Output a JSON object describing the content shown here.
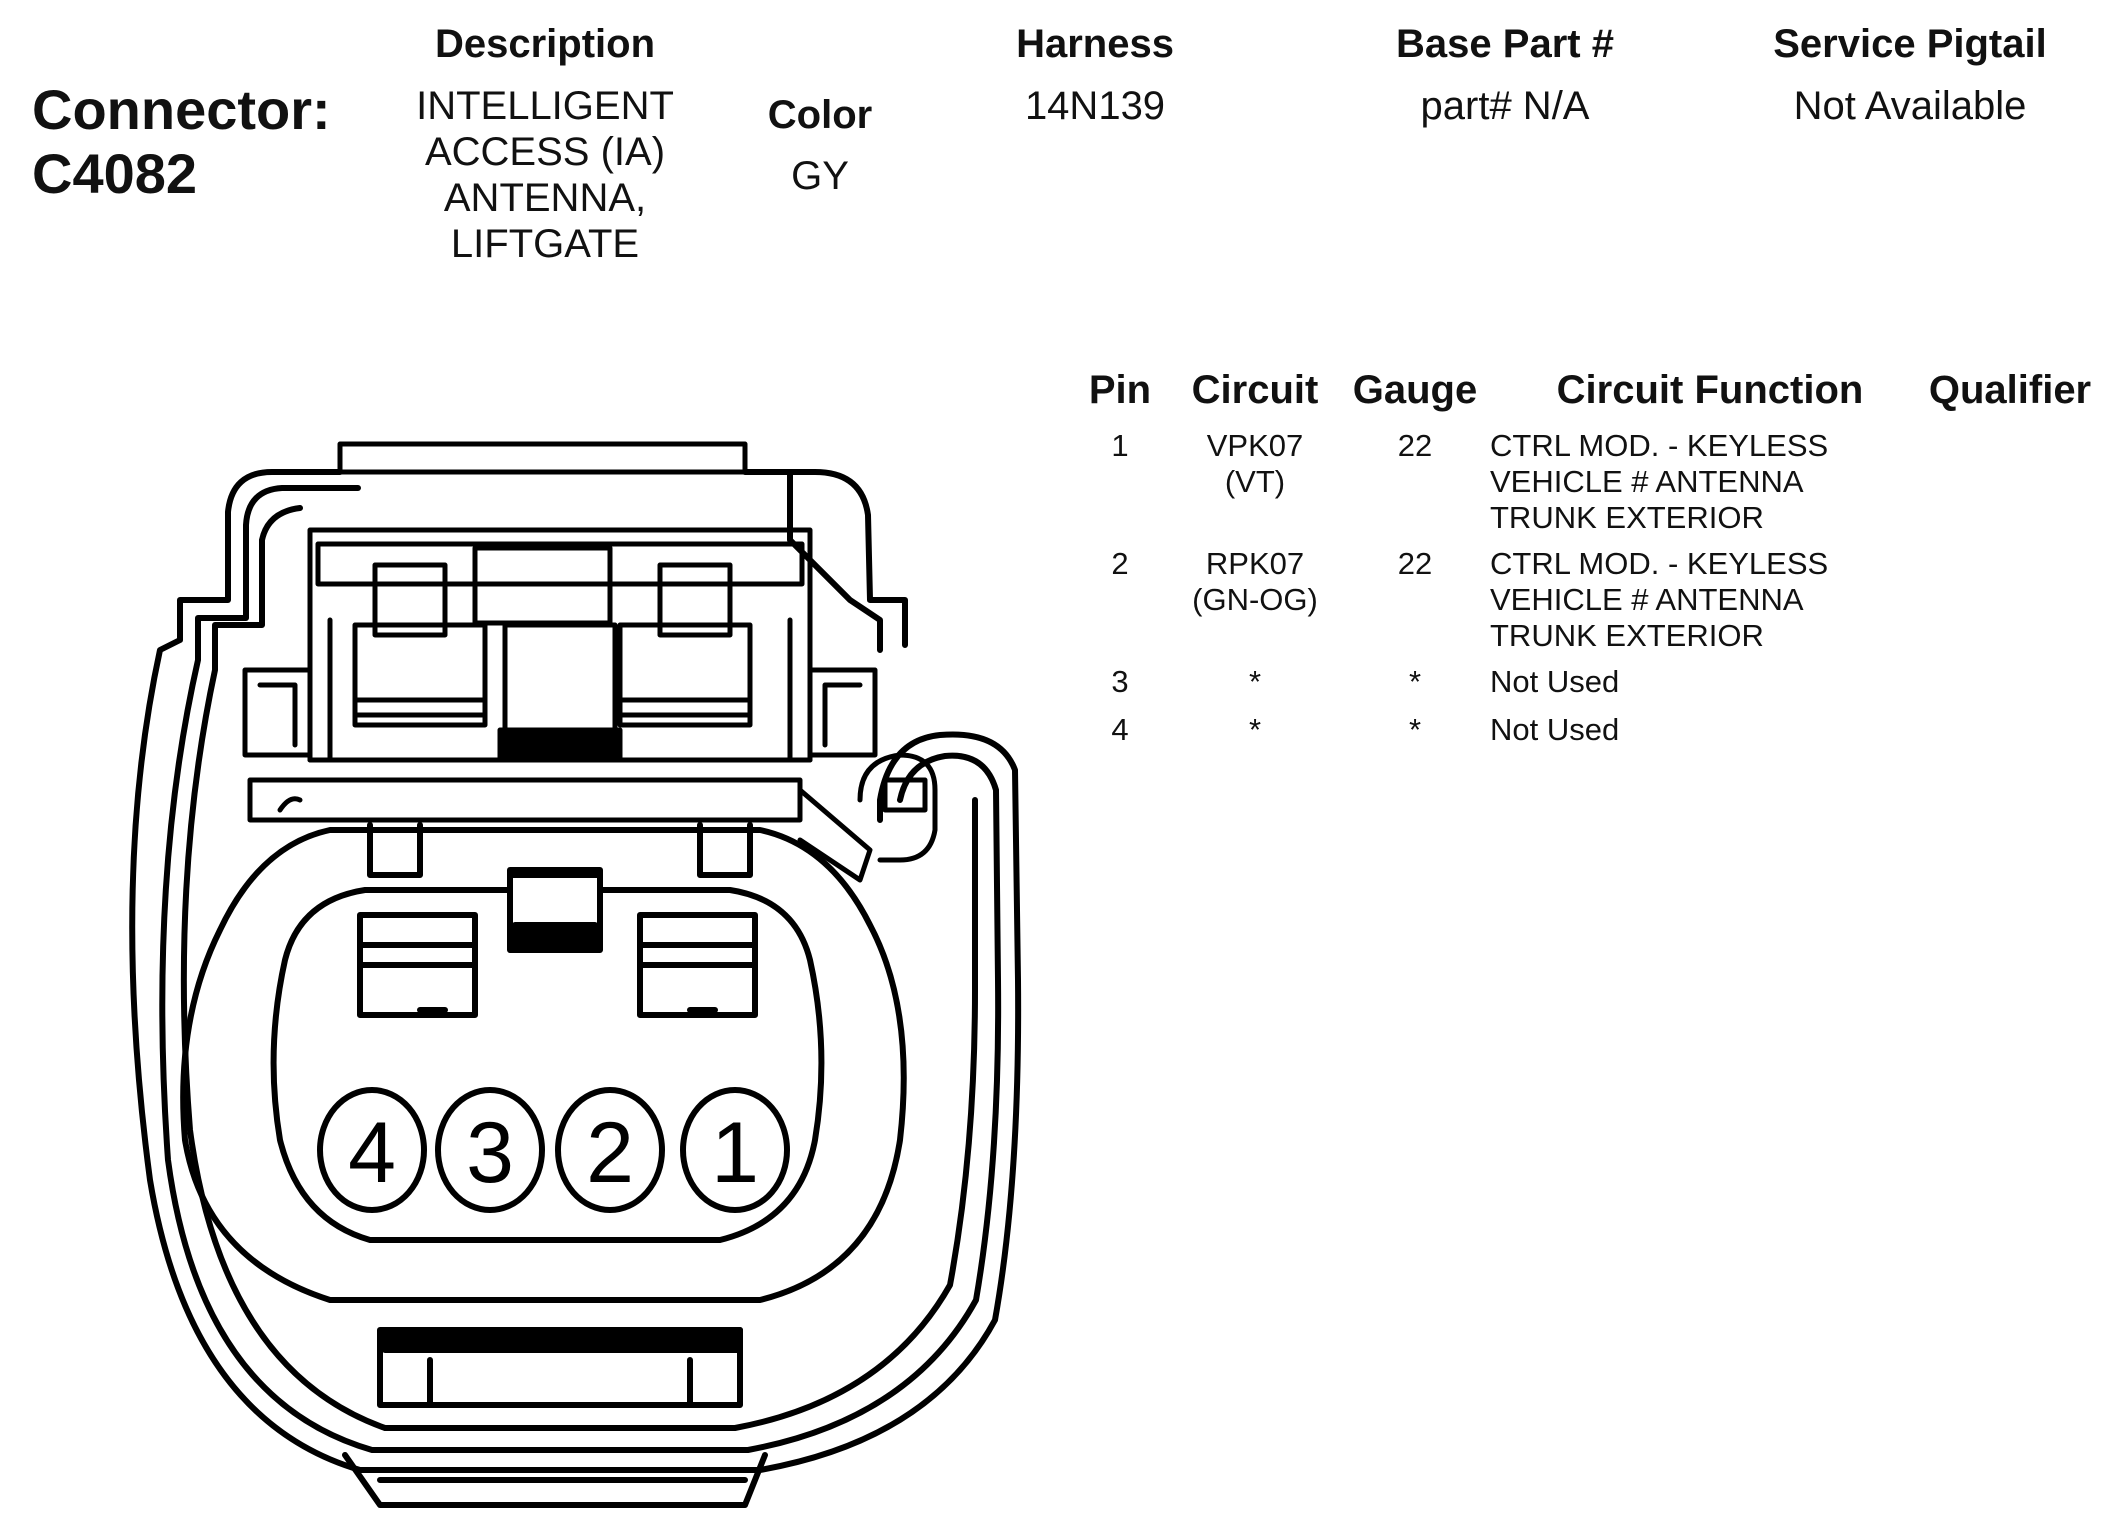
{
  "connector": {
    "label": "Connector:",
    "id": "C4082"
  },
  "header": {
    "description_label": "Description",
    "description_lines": [
      "INTELLIGENT",
      "ACCESS (IA)",
      "ANTENNA,",
      "LIFTGATE"
    ],
    "color_label": "Color",
    "color_value": "GY",
    "harness_label": "Harness",
    "harness_value": "14N139",
    "base_part_label": "Base Part #",
    "base_part_value": "part# N/A",
    "service_pigtail_label": "Service Pigtail",
    "service_pigtail_value": "Not Available"
  },
  "pin_table": {
    "columns": [
      "Pin",
      "Circuit",
      "Gauge",
      "Circuit Function",
      "Qualifier"
    ],
    "rows": [
      {
        "pin": "1",
        "circuit": [
          "VPK07",
          "(VT)"
        ],
        "gauge": "22",
        "function": [
          "CTRL MOD. - KEYLESS",
          "VEHICLE # ANTENNA",
          "TRUNK EXTERIOR"
        ],
        "qualifier": ""
      },
      {
        "pin": "2",
        "circuit": [
          "RPK07",
          "(GN-OG)"
        ],
        "gauge": "22",
        "function": [
          "CTRL MOD. - KEYLESS",
          "VEHICLE # ANTENNA",
          "TRUNK EXTERIOR"
        ],
        "qualifier": ""
      },
      {
        "pin": "3",
        "circuit": [
          "*"
        ],
        "gauge": "*",
        "function": [
          "Not Used"
        ],
        "qualifier": ""
      },
      {
        "pin": "4",
        "circuit": [
          "*"
        ],
        "gauge": "*",
        "function": [
          "Not Used"
        ],
        "qualifier": ""
      }
    ]
  },
  "diagram": {
    "pin_labels": [
      "4",
      "3",
      "2",
      "1"
    ],
    "line_color": "#000000"
  }
}
